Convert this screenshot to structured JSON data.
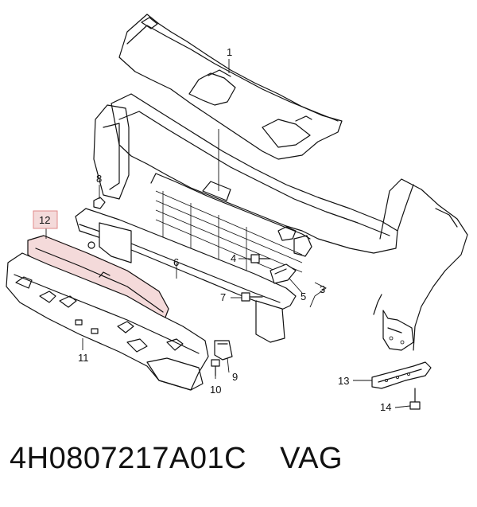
{
  "callouts": {
    "c1": "1",
    "c3": "3",
    "c4": "4",
    "c5": "5",
    "c6": "6",
    "c7": "7",
    "c8": "8",
    "c9": "9",
    "c10": "10",
    "c11": "11",
    "c12": "12",
    "c13": "13",
    "c14": "14"
  },
  "highlighted_part": "12",
  "highlight_color": "#e08a8a",
  "footer": {
    "part_number": "4H0807217A01C",
    "brand": "VAG"
  }
}
